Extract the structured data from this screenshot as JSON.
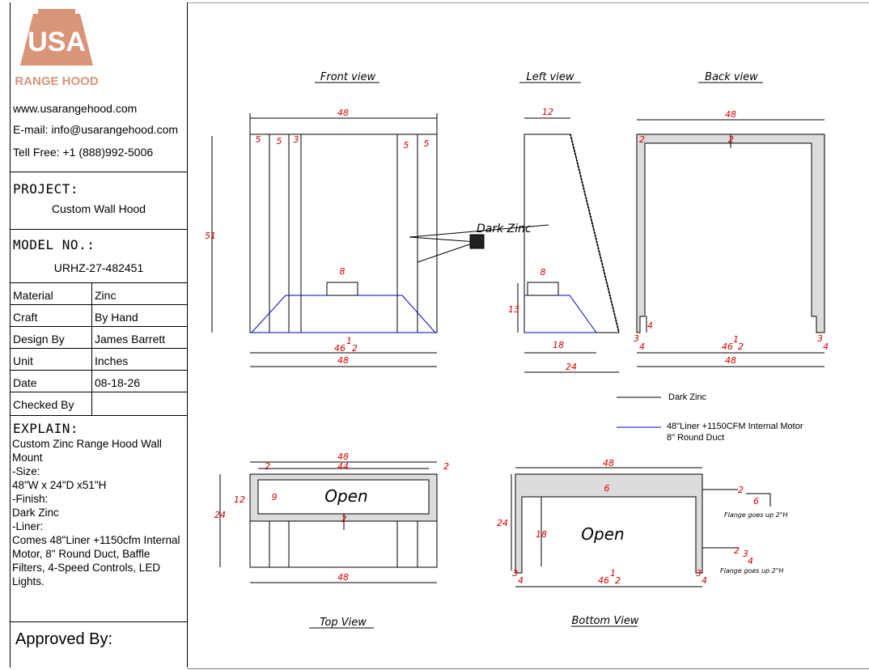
{
  "brand": {
    "logo_text": "USA",
    "logo_subtitle": "RANGE HOOD"
  },
  "contact": {
    "website": "www.usarangehood.com",
    "email": "E-mail: info@usarangehood.com",
    "phone": "Tell Free: +1 (888)992-5006"
  },
  "project": {
    "label": "PROJECT:",
    "value": "Custom Wall Hood"
  },
  "model": {
    "label": "MODEL NO.:",
    "value": "URHZ-27-482451"
  },
  "specs": [
    {
      "key": "Material",
      "value": "Zinc"
    },
    {
      "key": "Craft",
      "value": "By Hand"
    },
    {
      "key": "Design By",
      "value": "James Barrett"
    },
    {
      "key": "Unit",
      "value": "Inches"
    },
    {
      "key": "Date",
      "value": "08-18-26"
    },
    {
      "key": "Checked By",
      "value": ""
    }
  ],
  "explain": {
    "label": "EXPLAIN:",
    "lines": [
      "Custom Zinc Range Hood Wall",
      "Mount",
      "-Size:",
      "48\"W x 24\"D x51\"H",
      "-Finish:",
      "Dark Zinc",
      "-Liner:",
      "Comes 48\"Liner +1150cfm Internal",
      "Motor, 8\" Round Duct, Baffle",
      "Filters, 4-Speed Controls, LED",
      "Lights."
    ]
  },
  "approved": "Approved By:",
  "views": {
    "front": "Front view",
    "left": "Left view",
    "back": "Back view",
    "top": "Top View",
    "bottom": "Bottom View"
  },
  "callout": "Dark Zinc",
  "legend": {
    "dark_zinc": "Dark Zinc",
    "liner_line1": "48\"Liner +1150CFM Internal Motor",
    "liner_line2": "8\" Round Duct"
  },
  "open_label": "Open",
  "flange_note": "Flange goes up 2\"H",
  "dimensions": {
    "front_width": "48",
    "front_height": "51",
    "front_strip_a": "5",
    "front_strip_b": "5",
    "front_strip_c": "3",
    "front_strip_d": "5",
    "front_strip_e": "5",
    "front_motor": "8",
    "front_liner": "46",
    "front_bottom": "48",
    "left_top": "12",
    "left_motor": "8",
    "left_liner_h": "13",
    "left_liner_w": "18",
    "left_depth": "24",
    "back_width": "48",
    "back_wall_a": "2",
    "back_wall_b": "2",
    "back_flange_h": "4",
    "back_inner": "46",
    "back_bottom": "48",
    "top_width": "48",
    "top_inner": "44",
    "top_wall_l": "2",
    "top_wall_r": "2",
    "top_depth": "24",
    "top_liner_d": "12",
    "top_front": "9",
    "top_back": "2",
    "top_bottom": "48",
    "bot_width": "48",
    "bot_front": "6",
    "bot_depth": "24",
    "bot_side": "18",
    "bot_inner": "46",
    "bot_flange_a": "2",
    "bot_flange_b": "6",
    "bot_flange_c": "2",
    "half": "1",
    "half_den": "2",
    "qtr_num": "3",
    "qtr_den": "4"
  },
  "colors": {
    "dimension": "#dd0000",
    "liner": "#0000cc",
    "zinc_fill": "#dcdcdc",
    "logo": "#d9957a"
  }
}
